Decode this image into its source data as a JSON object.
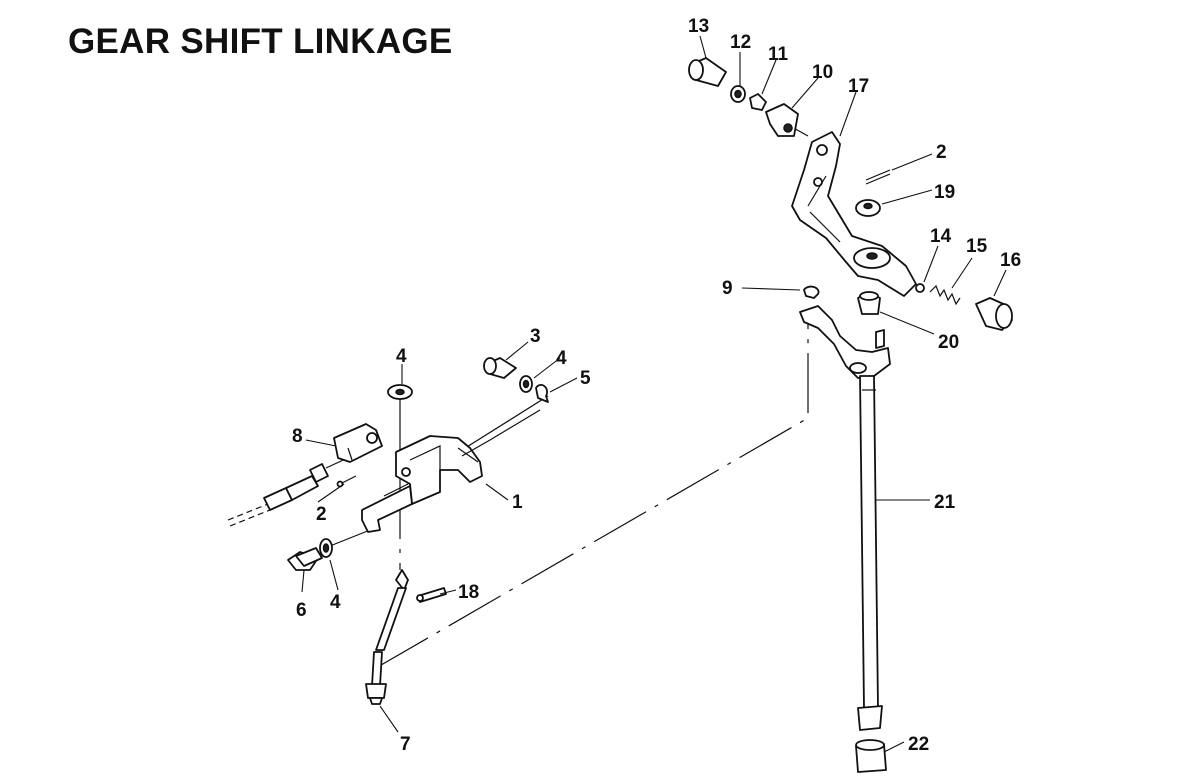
{
  "title": "GEAR SHIFT LINKAGE",
  "callouts": {
    "c1": "1",
    "c2a": "2",
    "c2b": "2",
    "c3": "3",
    "c4a": "4",
    "c4b": "4",
    "c4c": "4",
    "c5": "5",
    "c6": "6",
    "c7": "7",
    "c8": "8",
    "c9": "9",
    "c10": "10",
    "c11": "11",
    "c12": "12",
    "c13": "13",
    "c14": "14",
    "c15": "15",
    "c16": "16",
    "c17": "17",
    "c18": "18",
    "c19": "19",
    "c20": "20",
    "c21": "21",
    "c22": "22"
  }
}
